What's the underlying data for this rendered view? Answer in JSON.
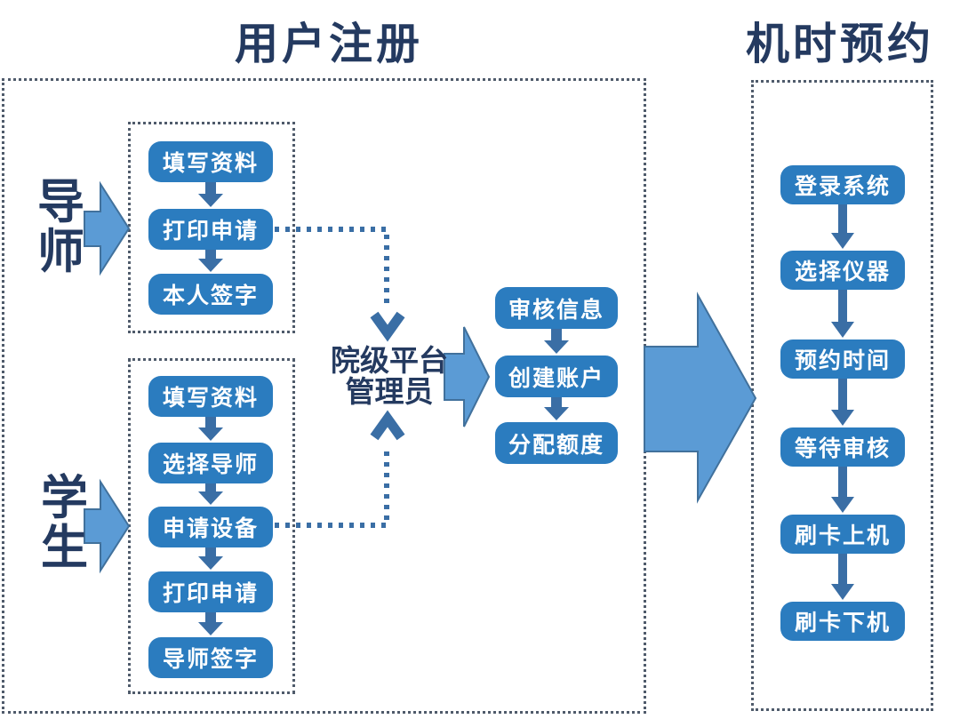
{
  "diagram": {
    "registration": {
      "title": "用户注册",
      "mentor": {
        "label": "导师",
        "steps": [
          "填写资料",
          "打印申请",
          "本人签字"
        ]
      },
      "student": {
        "label": "学生",
        "steps": [
          "填写资料",
          "选择导师",
          "申请设备",
          "打印申请",
          "导师签字"
        ]
      },
      "admin": {
        "name_line1": "院级平台",
        "name_line2": "管理员",
        "steps": [
          "审核信息",
          "创建账户",
          "分配额度"
        ]
      }
    },
    "booking": {
      "title": "机时预约",
      "steps": [
        "登录系统",
        "选择仪器",
        "预约时间",
        "等待审核",
        "刷卡上机",
        "刷卡下机"
      ]
    },
    "colors": {
      "step_fill": "#2B7CBF",
      "connector": "#3A6EA5",
      "block_arrow_fill": "#5B9BD5",
      "block_arrow_stroke": "#41719C",
      "text_navy": "#243A60",
      "region_border": "#4F5B6B"
    }
  }
}
